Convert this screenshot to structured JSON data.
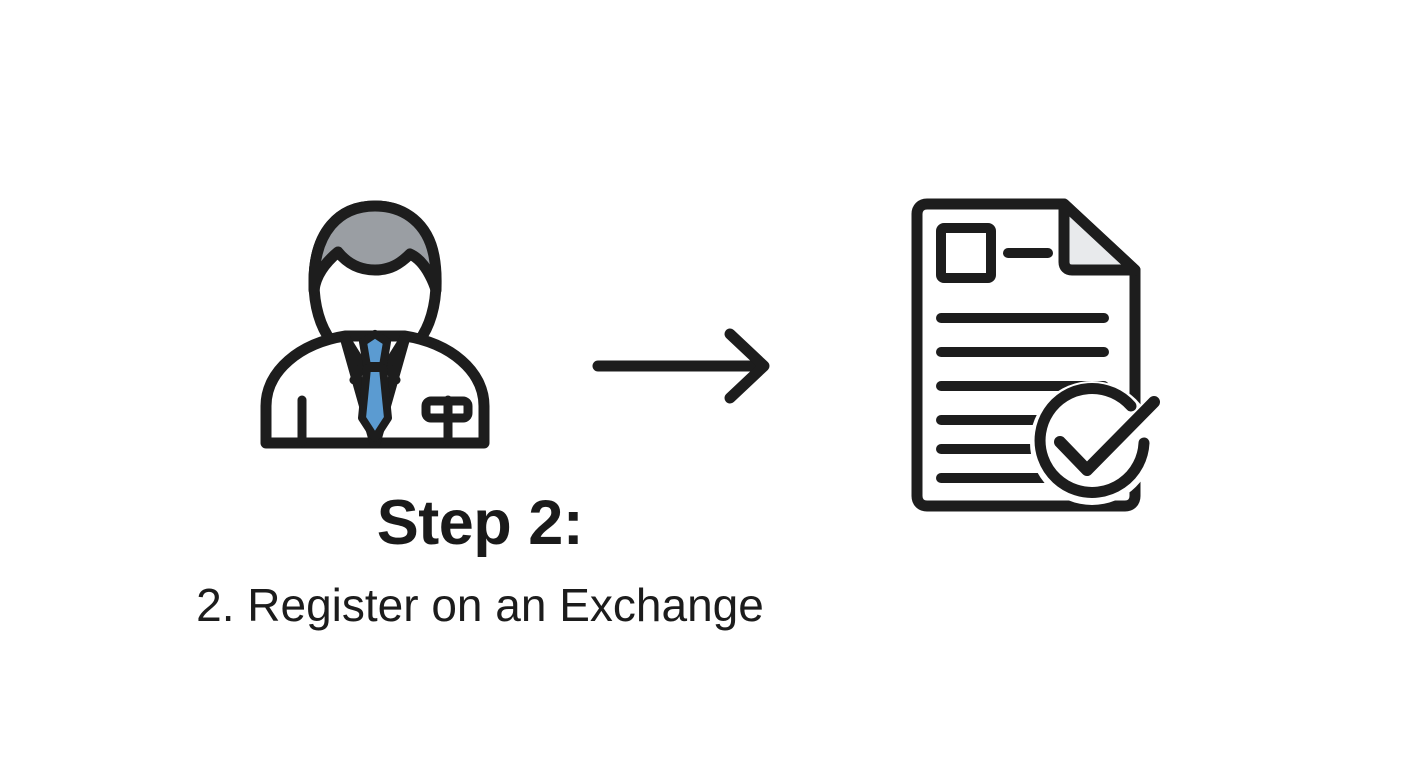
{
  "slide": {
    "background_color": "#ffffff",
    "title": "Step 2:",
    "subtitle": "2. Register on an Exchange"
  },
  "colors": {
    "ink": "#1a1a1a",
    "outline": "#1d1d1d",
    "hair_gray": "#9a9ea3",
    "tie_blue": "#5b9bd1",
    "paper_white": "#ffffff",
    "fold_gray": "#e8eaec"
  },
  "icons": {
    "person": {
      "name": "person-in-suit-icon",
      "description": "Avatar of a man with gray hair wearing a suit and blue tie",
      "hair_color": "#9a9ea3",
      "tie_color": "#5b9bd1"
    },
    "arrow": {
      "name": "arrow-right-icon",
      "description": "Horizontal right-pointing arrow connecting the person to the document",
      "direction": "right",
      "color": "#1d1d1d"
    },
    "document": {
      "name": "document-verified-icon",
      "description": "Form page with folded corner, checkbox, text lines and a check-circle badge",
      "text_line_count": 6,
      "has_folded_corner": true,
      "has_check_badge": true,
      "color": "#1d1d1d"
    }
  }
}
